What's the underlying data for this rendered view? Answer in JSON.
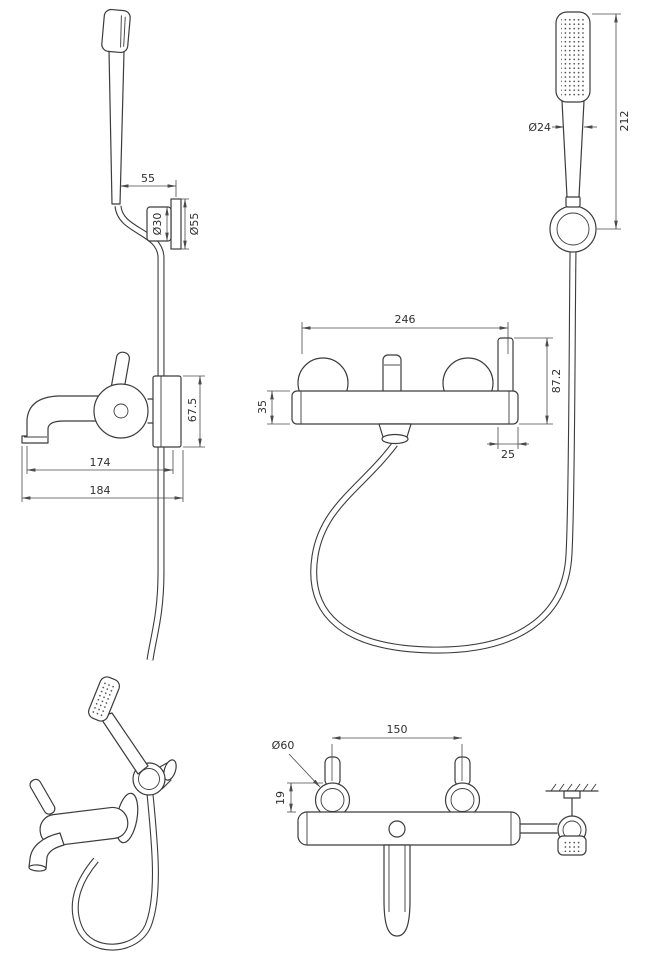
{
  "drawing": {
    "type": "technical-dimension-drawing",
    "subject": "wall-mounted bath shower mixer with handshower",
    "ink_color": "#3c3c3c",
    "background": "#ffffff"
  },
  "dims": {
    "side": {
      "offset_55": "55",
      "dia_30": "Ø30",
      "dia_55": "Ø55",
      "height_67_5": "67.5",
      "reach_174": "174",
      "reach_184": "184"
    },
    "front": {
      "dia_24": "Ø24",
      "len_212": "212",
      "width_246": "246",
      "body_35": "35",
      "height_87_2": "87.2",
      "offset_25": "25"
    },
    "plan": {
      "centers_150": "150",
      "dia_60": "Ø60",
      "depth_19": "19"
    }
  }
}
